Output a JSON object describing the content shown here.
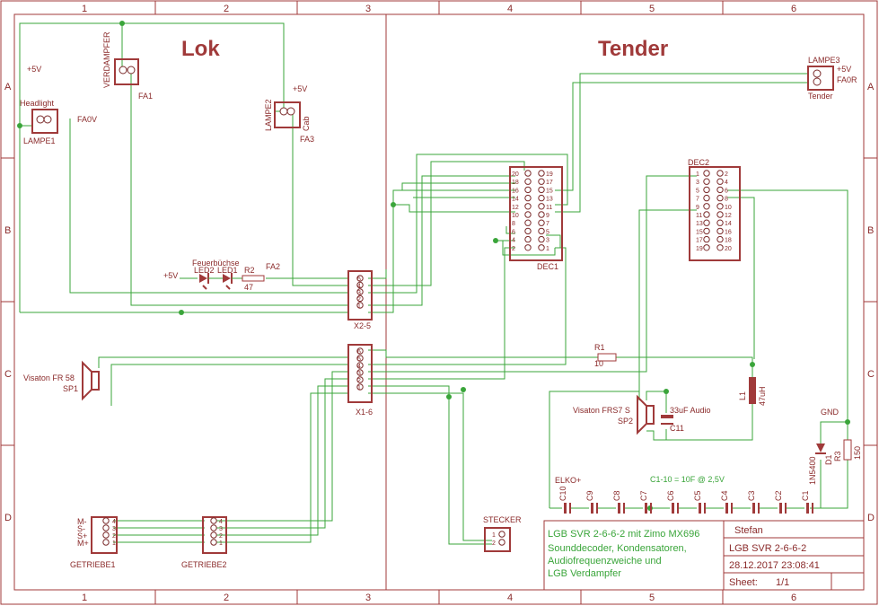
{
  "sections": {
    "lok": "Lok",
    "tender": "Tender"
  },
  "grid": {
    "cols": [
      "1",
      "2",
      "3",
      "4",
      "5",
      "6"
    ],
    "rows": [
      "A",
      "B",
      "C",
      "D"
    ]
  },
  "labels": {
    "plus5v_a": "+5V",
    "plus5v_b": "+5V",
    "plus5v_c": "+5V",
    "plus5v_d": "+5V",
    "verdampfer": "VERDAMPFER",
    "fa1": "FA1",
    "headlight": "Headlight",
    "fa0v": "FA0V",
    "lampe1": "LAMPE1",
    "lampe2": "LAMPE2",
    "cab": "Cab",
    "fa3": "FA3",
    "lampe3": "LAMPE3",
    "fa0r": "FA0R",
    "tender_lbl": "Tender",
    "feuerbuchse": "Feuerbüchse",
    "led2": "LED2",
    "led1": "LED1",
    "r2": "R2",
    "r2_val": "47",
    "fa2": "FA2",
    "x2": "X2-5",
    "dec1": "DEC1",
    "dec2": "DEC2",
    "visaton1": "Visaton FR 58",
    "sp1": "SP1",
    "x1": "X1-6",
    "r1": "R1",
    "r1_val": "10",
    "l1": "L1",
    "l1_val": "47uH",
    "visaton2": "Visaton FRS7 S",
    "sp2": "SP2",
    "c11_val": "33uF Audio",
    "c11": "C11",
    "gnd": "GND",
    "d1": "D1",
    "d1_val": "1N5400",
    "r3": "R3",
    "r3_val": "150",
    "elko": "ELKO+",
    "cap_note": "C1-10 = 10F @ 2,5V",
    "getriebe1": "GETRIEBE1",
    "getriebe2": "GETRIEBE2",
    "stecker": "STECKER",
    "m_minus": "M-",
    "s_minus": "S-",
    "s_plus": "S+",
    "m_plus": "M+"
  },
  "caps": [
    "C10",
    "C9",
    "C8",
    "C7",
    "C6",
    "C5",
    "C4",
    "C3",
    "C2",
    "C1"
  ],
  "dec1_left": [
    "20",
    "18",
    "16",
    "14",
    "12",
    "10",
    "8",
    "6",
    "4",
    "2"
  ],
  "dec1_right": [
    "19",
    "17",
    "15",
    "13",
    "11",
    "9",
    "7",
    "5",
    "3",
    "1"
  ],
  "dec2_left": [
    "1",
    "3",
    "5",
    "7",
    "9",
    "11",
    "13",
    "15",
    "17",
    "19"
  ],
  "dec2_right": [
    "2",
    "4",
    "6",
    "8",
    "10",
    "12",
    "14",
    "16",
    "18",
    "20"
  ],
  "x2_pins": [
    "5",
    "4",
    "3",
    "2",
    "1"
  ],
  "x1_pins": [
    "6",
    "5",
    "4",
    "3",
    "2",
    "1"
  ],
  "getriebe_pins": [
    "4",
    "3",
    "2",
    "1"
  ],
  "stecker_pins": [
    "1",
    "2"
  ],
  "titleblock": {
    "desc_lines": [
      "LGB SVR 2-6-6-2 mit Zimo MX696",
      "Sounddecoder, Kondensatoren,",
      "Audiofrequenzweiche und",
      "LGB Verdampfer"
    ],
    "author": "Stefan",
    "name": "LGB SVR 2-6-6-2",
    "date": "28.12.2017 23:08:41",
    "sheet_label": "Sheet:",
    "sheet_value": "1/1"
  }
}
